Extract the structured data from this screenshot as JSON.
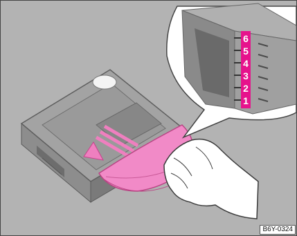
{
  "figure": {
    "reference_code": "B6Y-0324",
    "slot_numbers": [
      "6",
      "5",
      "4",
      "3",
      "2",
      "1"
    ],
    "colors": {
      "background": "#b3b3b3",
      "highlight": "#e6138c",
      "disc": "#f18ac7",
      "magazine_top": "#9a9a9a",
      "magazine_dark": "#6d6d6d"
    }
  }
}
